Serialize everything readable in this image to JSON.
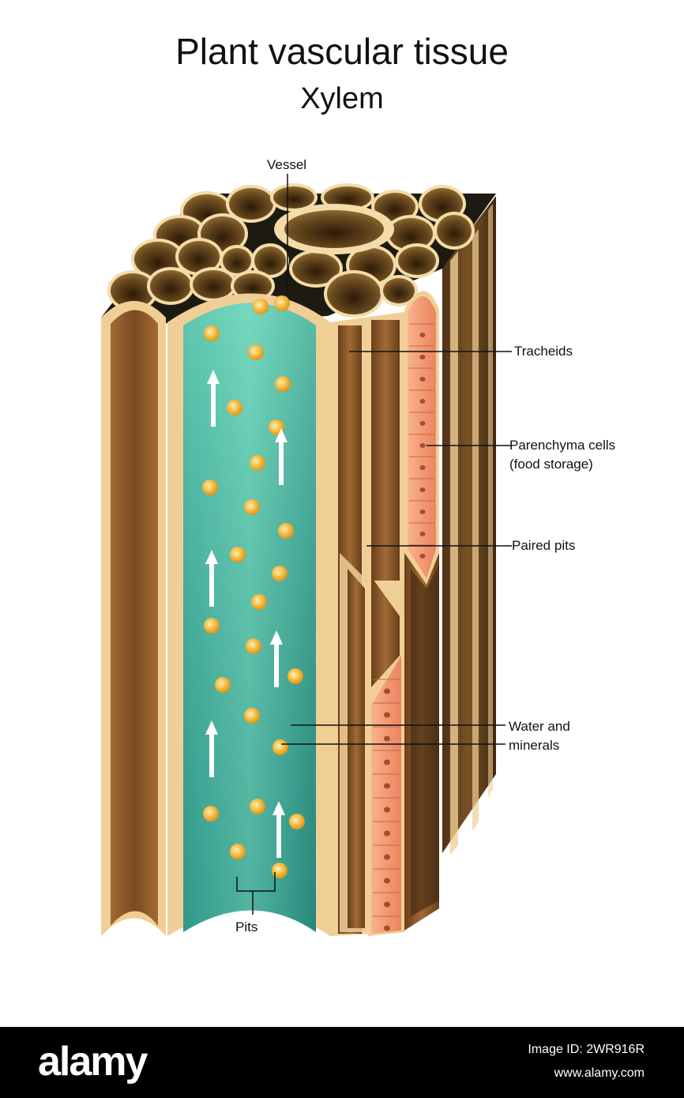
{
  "title": "Plant vascular tissue",
  "subtitle": "Xylem",
  "labels": {
    "vessel": "Vessel",
    "tracheids": "Tracheids",
    "parenchyma_line1": "Parenchyma cells",
    "parenchyma_line2": "(food storage)",
    "paired_pits": "Paired pits",
    "water_line1": "Water and",
    "water_line2": "minerals",
    "pits": "Pits"
  },
  "footer": {
    "brand": "alamy",
    "image_id": "Image ID: 2WR916R",
    "site": "www.alamy.com"
  },
  "colors": {
    "vessel_fill": "#2e9c8c",
    "wall": "#f0cf96",
    "tracheid": "#8b5a2b",
    "parenchyma": "#f3a07c",
    "cell_top": "#5a3d18",
    "mineral": "#f5b93c"
  }
}
